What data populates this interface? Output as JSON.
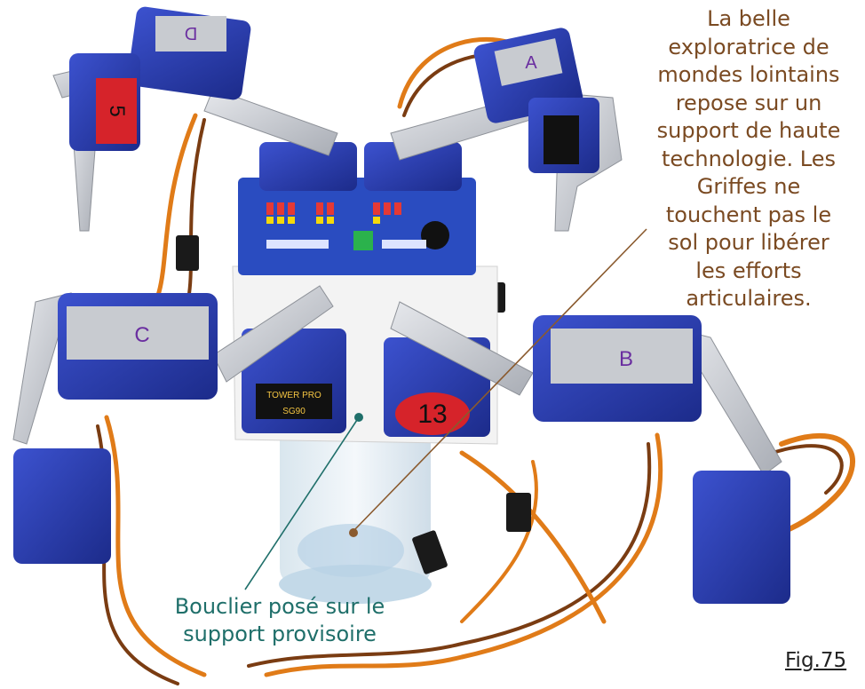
{
  "annotations": {
    "right_caption_lines": [
      "La belle",
      "exploratrice de",
      "mondes lointains",
      "repose sur un",
      "support de haute",
      "technologie. Les",
      "Griffes ne",
      "touchent pas le",
      "sol pour libérer",
      "les efforts",
      "articulaires."
    ],
    "bottom_caption_lines": [
      "Bouclier posé sur le",
      "support provisoire"
    ],
    "figure_label": "Fig.75"
  },
  "photo_labels": {
    "servo_number_center": "13",
    "servo_number_topleft": "5",
    "leg_letters": [
      "D",
      "A",
      "C",
      "B"
    ],
    "brand_text": "TOWER PRO",
    "model_text": "SG90"
  },
  "colors": {
    "servo_blue": "#2b3fae",
    "aluminium": "#c9ccd1",
    "wire_orange": "#e07b18",
    "wire_brown": "#7a3c12",
    "pcb_blue": "#2a4cc0",
    "label_red": "#d6232a",
    "caption_brown": "#7a4a22",
    "caption_teal": "#1f6f6a"
  }
}
